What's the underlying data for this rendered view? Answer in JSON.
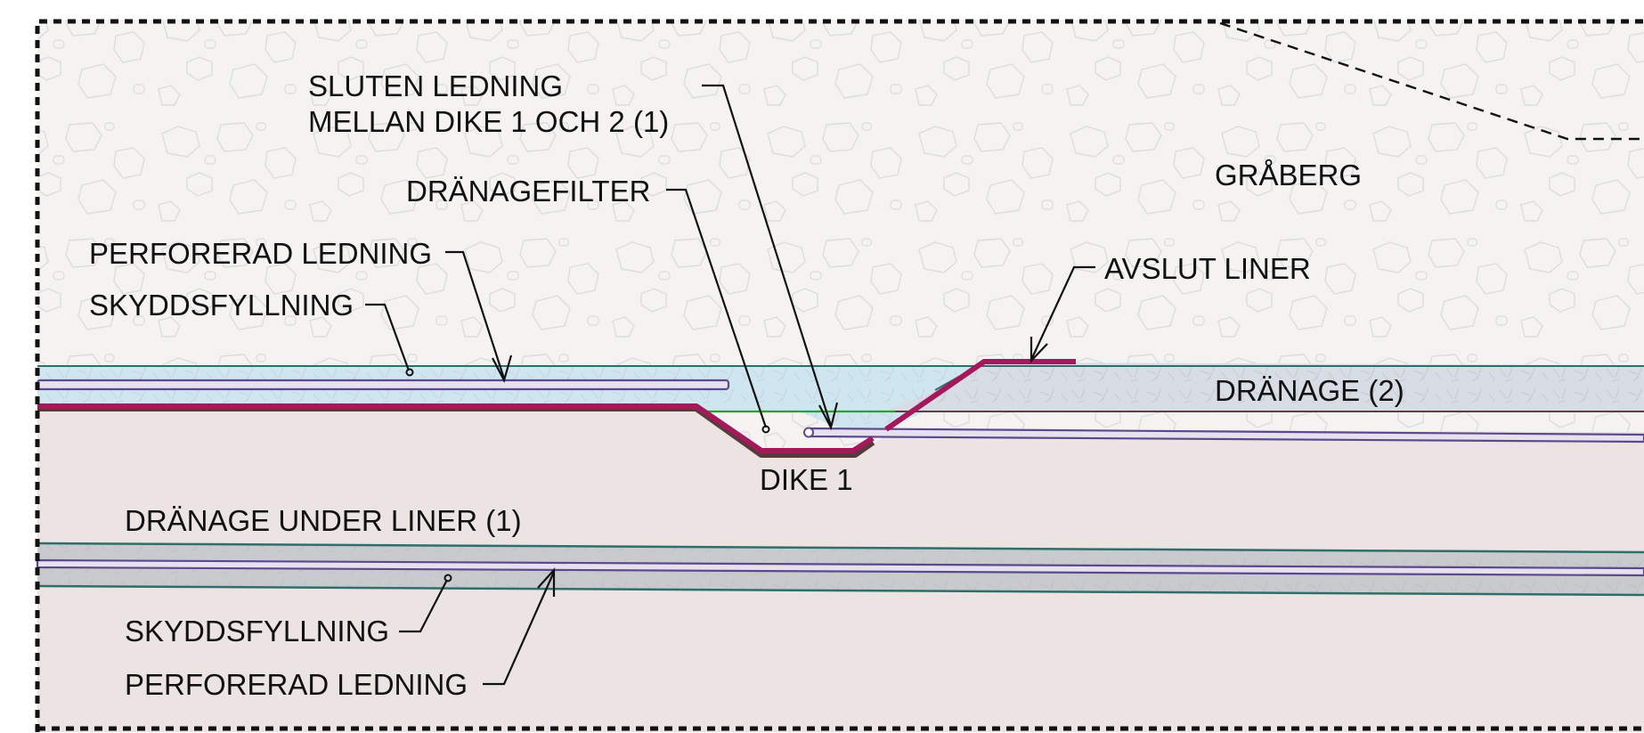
{
  "labels": {
    "sluten_line1": "SLUTEN LEDNING",
    "sluten_line2": "MELLAN DIKE 1 OCH 2 (1)",
    "dranagefilter": "DRÄNAGEFILTER",
    "perforerad_top": "PERFORERAD LEDNING",
    "skyddsfyllning_top": "SKYDDSFYLLNING",
    "avslut_liner": "AVSLUT LINER",
    "graberg": "GRÅBERG",
    "dranage2": "DRÄNAGE (2)",
    "dike1": "DIKE 1",
    "dranage_under_liner": "DRÄNAGE UNDER LINER (1)",
    "skyddsfyllning_bottom": "SKYDDSFYLLNING",
    "perforerad_bottom": "PERFORERAD LEDNING"
  },
  "colors": {
    "rock_fill": "#f4f3f2",
    "rock_pattern": "#dcdcdc",
    "soil_fill": "#ebe4e2",
    "protective_fill_top": "#cfe6f1",
    "drainage2_fill": "#d8dce5",
    "drainage_under_fill": "#c9cacd",
    "liner": "#a3195b",
    "pipe_fill": "#e6e0ef",
    "pipe_stroke": "#5a4a8c",
    "teal_line": "#2f6e6a",
    "filter_line": "#2aa12a",
    "border": "#111111"
  }
}
